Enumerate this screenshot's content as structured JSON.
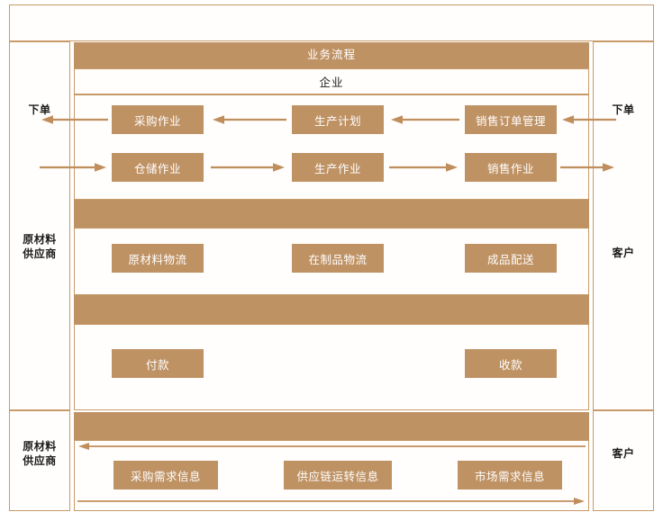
{
  "diagram": {
    "title": "业务流程",
    "enterprise_label": "企业",
    "colors": {
      "fill": "#BF9264",
      "border": "#C79A6A",
      "text_on_fill": "#FFFFFF",
      "background": "#FFFEFC",
      "label_text": "#1B1B1B"
    },
    "left_lanes": [
      {
        "name": "order-top",
        "label": "下单"
      },
      {
        "name": "supplier-middle",
        "label": "原材料\n供应商",
        "line1": "原材料",
        "line2": "供应商"
      },
      {
        "name": "supplier-bottom",
        "label": "原材料\n供应商",
        "line1": "原材料",
        "line2": "供应商"
      }
    ],
    "right_lanes": [
      {
        "name": "order-top",
        "label": "下单"
      },
      {
        "name": "customer-middle",
        "label": "客户"
      },
      {
        "name": "customer-bottom",
        "label": "客户"
      }
    ],
    "process_rows": [
      {
        "name": "planning-row",
        "direction": "right-to-left",
        "nodes": [
          "采购作业",
          "生产计划",
          "销售订单管理"
        ]
      },
      {
        "name": "operations-row",
        "direction": "left-to-right",
        "nodes": [
          "仓储作业",
          "生产作业",
          "销售作业"
        ]
      }
    ],
    "logistics_row": {
      "name": "logistics-row",
      "nodes": [
        "原材料物流",
        "在制品物流",
        "成品配送"
      ]
    },
    "payment_row": {
      "name": "payment-row",
      "nodes": [
        "付款",
        "收款"
      ]
    },
    "information_row": {
      "name": "information-row",
      "nodes": [
        "采购需求信息",
        "供应链运转信息",
        "市场需求信息"
      ],
      "arrow_top_direction": "right-to-left",
      "arrow_bottom_direction": "left-to-right"
    },
    "bands": [
      {
        "name": "business-process-band",
        "label": "业务流程"
      },
      {
        "name": "logistics-divider-band",
        "label": ""
      },
      {
        "name": "payment-divider-band",
        "label": ""
      },
      {
        "name": "information-divider-band",
        "label": ""
      }
    ]
  }
}
